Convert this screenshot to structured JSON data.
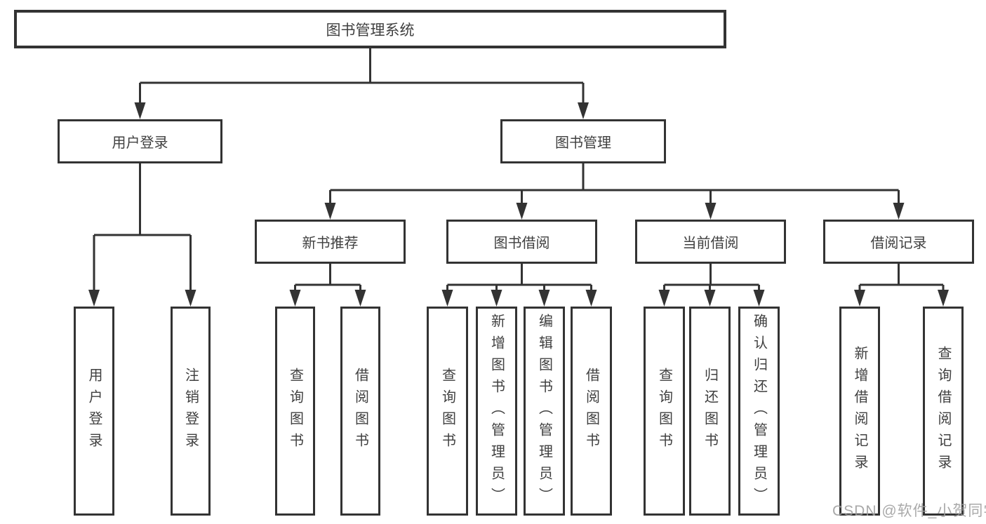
{
  "root": {
    "label": "图书管理系统"
  },
  "level2": [
    {
      "id": "user-login",
      "label": "用户登录"
    },
    {
      "id": "book-management",
      "label": "图书管理"
    }
  ],
  "level3": [
    {
      "id": "new-book-recommend",
      "label": "新书推荐"
    },
    {
      "id": "book-borrow",
      "label": "图书借阅"
    },
    {
      "id": "current-borrow",
      "label": "当前借阅"
    },
    {
      "id": "borrow-records",
      "label": "借阅记录"
    }
  ],
  "leaves": {
    "user_login": [
      "用户登录",
      "注销登录"
    ],
    "new_book": [
      "查询图书",
      "借阅图书"
    ],
    "book_borrow": [
      "查询图书",
      "新增图书（管理员）",
      "编辑图书（管理员）",
      "借阅图书"
    ],
    "current_borrow": [
      "查询图书",
      "归还图书",
      "确认归还（管理员）"
    ],
    "borrow_records": [
      "新增借阅记录",
      "查询借阅记录"
    ]
  },
  "watermark": "CSDN @软件_小贺同学",
  "colors": {
    "line": "#333333",
    "text": "#404040",
    "background": "#ffffff",
    "watermark": "#9e9e9e"
  }
}
